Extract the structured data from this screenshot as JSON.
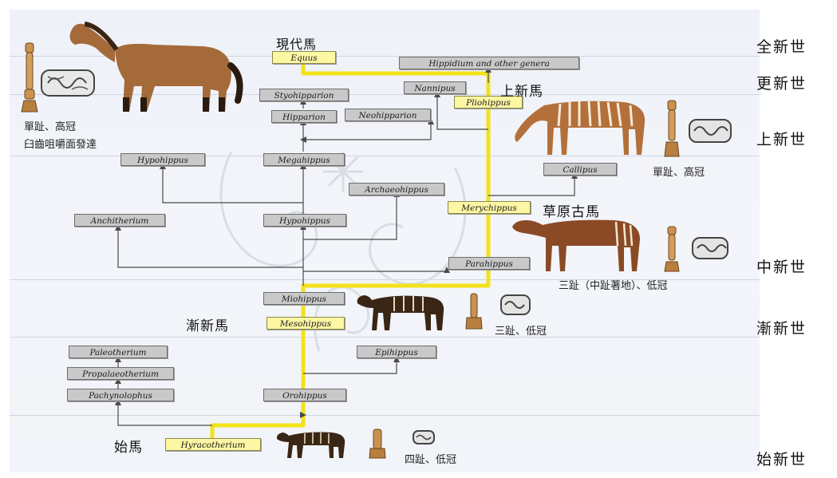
{
  "eras": [
    "全新世",
    "更新世",
    "上新世",
    "中新世",
    "漸新世",
    "始新世"
  ],
  "taxa": {
    "equus": "Equus",
    "hippidium": "Hippidium and other genera",
    "nannipus": "Nannipus",
    "pliohippus": "Pliohippus",
    "styohipparion": "Styohipparion",
    "hipparion": "Hipparion",
    "neohipparion": "Neohipparion",
    "hypohippus_top": "Hypohippus",
    "megahippus": "Megahippus",
    "archaeohippus": "Archaeohippus",
    "callipus": "Callipus",
    "merychippus": "Merychippus",
    "anchitherium": "Anchitherium",
    "hypohippus": "Hypohippus",
    "parahippus": "Parahippus",
    "miohippus": "Miohippus",
    "mesohippus": "Mesohippus",
    "paleotherium": "Paleotherium",
    "propalaeotherium": "Propalaeotherium",
    "epihippus": "Epihippus",
    "pachynolophus": "Pachynolophus",
    "orohippus": "Orohippus",
    "hyracotherium": "Hyracotherium"
  },
  "labels": {
    "modern": "現代馬",
    "pliocene_horse": "上新馬",
    "grassland_horse": "草原古馬",
    "oligocene_horse": "漸新馬",
    "eo_horse": "始馬"
  },
  "notes": {
    "modern_toe": "單趾、高冠",
    "modern_teeth": "臼齒咀嚼面發達",
    "plio_toe": "單趾、高冠",
    "mery_toe": "三趾（中趾著地）、低冠",
    "meso_toe": "三趾、低冠",
    "hyraco_toe": "四趾、低冠"
  },
  "colors": {
    "main_line": "#f2e21a",
    "branch_line": "#4a4a4a",
    "main_box": "#fdf6a3",
    "side_box": "#c9c9c9",
    "horse_body": "#9a5a2c"
  }
}
